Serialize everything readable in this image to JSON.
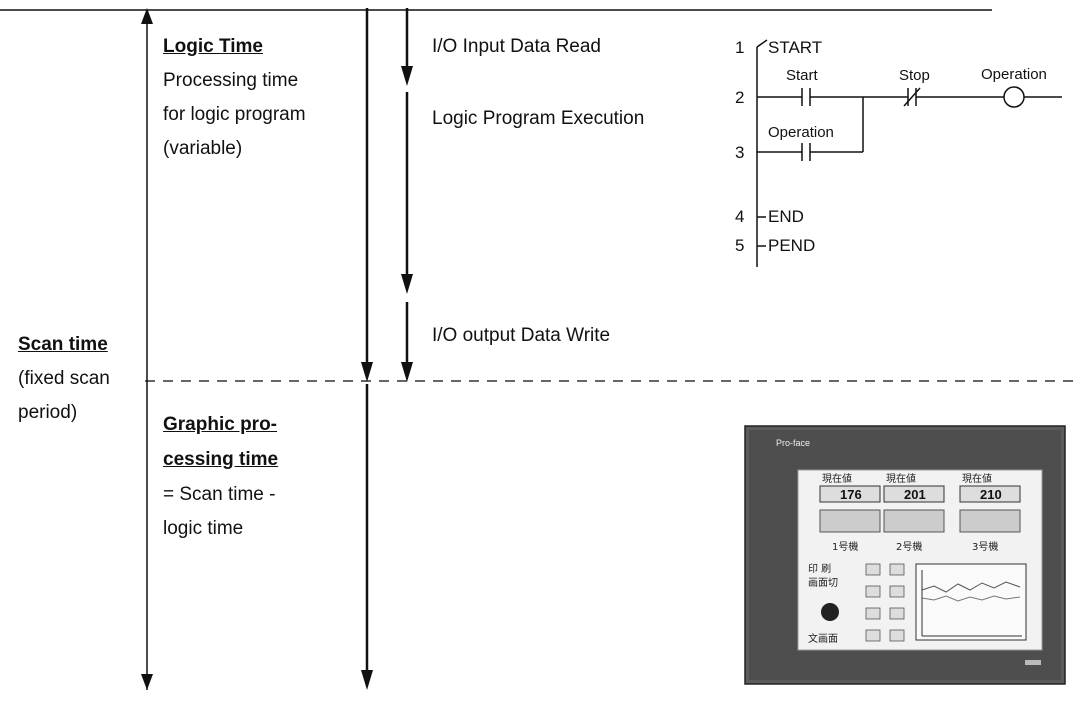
{
  "scan_time": {
    "heading": "Scan time",
    "line1": "(fixed scan",
    "line2": "period)"
  },
  "logic_time": {
    "heading": "Logic Time",
    "line1": "Processing time",
    "line2": "for logic program",
    "line3": "(variable)"
  },
  "graphic_time": {
    "heading_line1": "Graphic pro-",
    "heading_line2": "cessing time",
    "line1": "= Scan time -",
    "line2": "logic time"
  },
  "steps": {
    "input_read": "I/O Input Data Read",
    "logic_exec": "Logic Program Execution",
    "output_write": "I/O output Data Write"
  },
  "ladder": {
    "line_numbers": [
      "1",
      "2",
      "3",
      "4",
      "5"
    ],
    "start_marker": "START",
    "end_marker": "END",
    "pend_marker": "PEND",
    "contact_start": "Start",
    "contact_stop": "Stop",
    "coil_operation": "Operation",
    "contact_operation": "Operation"
  },
  "hmi_device": {
    "brand": "Pro-face",
    "panel_labels": [
      "現在値",
      "現在値",
      "現在値"
    ],
    "values": [
      "176",
      "201",
      "210"
    ],
    "unit_labels": [
      "1号機",
      "2号機",
      "3号機"
    ],
    "menu_labels": [
      "印 刷",
      "画面切",
      "文画面"
    ]
  }
}
